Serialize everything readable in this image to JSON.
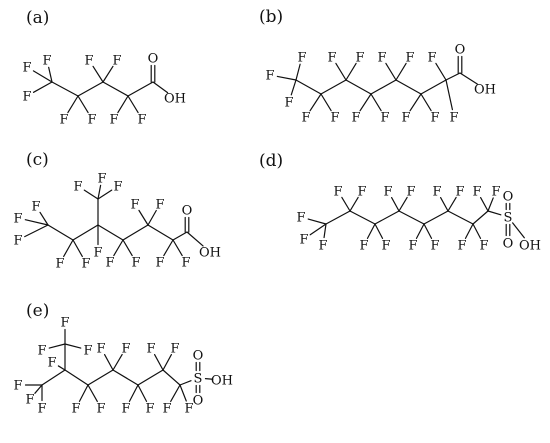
{
  "panels": [
    {
      "id": "a",
      "label": "(a)",
      "atoms": [
        {
          "id": "C1"
        },
        {
          "id": "C2"
        },
        {
          "id": "C3"
        },
        {
          "id": "C4"
        },
        {
          "id": "C5"
        },
        {
          "id": "O1",
          "text": "O"
        },
        {
          "id": "O2",
          "text": "OH"
        },
        {
          "id": "F1",
          "text": "F"
        },
        {
          "id": "F2",
          "text": "F"
        },
        {
          "id": "F3",
          "text": "F"
        },
        {
          "id": "F4",
          "text": "F"
        },
        {
          "id": "F5",
          "text": "F"
        },
        {
          "id": "F6",
          "text": "F"
        },
        {
          "id": "F7",
          "text": "F"
        },
        {
          "id": "F8",
          "text": "F"
        },
        {
          "id": "F9",
          "text": "F"
        }
      ],
      "bonds": [
        [
          "C1",
          "C2"
        ],
        [
          "C2",
          "C3"
        ],
        [
          "C3",
          "C4"
        ],
        [
          "C4",
          "C5"
        ],
        [
          "C5",
          "O1",
          2
        ],
        [
          "C5",
          "O2"
        ],
        [
          "C1",
          "F1"
        ],
        [
          "C1",
          "F2"
        ],
        [
          "C1",
          "F3"
        ],
        [
          "C2",
          "F4"
        ],
        [
          "C2",
          "F5"
        ],
        [
          "C3",
          "F6"
        ],
        [
          "C3",
          "F7"
        ],
        [
          "C4",
          "F8"
        ],
        [
          "C4",
          "F9"
        ]
      ]
    },
    {
      "id": "b",
      "label": "(b)",
      "atoms": [
        {
          "id": "C1"
        },
        {
          "id": "C2"
        },
        {
          "id": "C3"
        },
        {
          "id": "C4"
        },
        {
          "id": "C5"
        },
        {
          "id": "C6"
        },
        {
          "id": "C7"
        },
        {
          "id": "C8"
        },
        {
          "id": "O1",
          "text": "O"
        },
        {
          "id": "O2",
          "text": "OH"
        },
        {
          "id": "F1",
          "text": "F"
        },
        {
          "id": "F2",
          "text": "F"
        },
        {
          "id": "F3",
          "text": "F"
        },
        {
          "id": "F4",
          "text": "F"
        },
        {
          "id": "F5",
          "text": "F"
        },
        {
          "id": "F6",
          "text": "F"
        },
        {
          "id": "F7",
          "text": "F"
        },
        {
          "id": "F8",
          "text": "F"
        },
        {
          "id": "F9",
          "text": "F"
        },
        {
          "id": "F10",
          "text": "F"
        },
        {
          "id": "F11",
          "text": "F"
        },
        {
          "id": "F12",
          "text": "F"
        },
        {
          "id": "F13",
          "text": "F"
        },
        {
          "id": "F14",
          "text": "F"
        },
        {
          "id": "F15",
          "text": "F"
        }
      ],
      "bonds": [
        [
          "C1",
          "C2"
        ],
        [
          "C2",
          "C3"
        ],
        [
          "C3",
          "C4"
        ],
        [
          "C4",
          "C5"
        ],
        [
          "C5",
          "C6"
        ],
        [
          "C6",
          "C7"
        ],
        [
          "C7",
          "C8"
        ],
        [
          "C8",
          "O1",
          2
        ],
        [
          "C8",
          "O2"
        ],
        [
          "C1",
          "F1"
        ],
        [
          "C1",
          "F2"
        ],
        [
          "C1",
          "F3"
        ],
        [
          "C2",
          "F4"
        ],
        [
          "C2",
          "F5"
        ],
        [
          "C3",
          "F6"
        ],
        [
          "C3",
          "F7"
        ],
        [
          "C4",
          "F8"
        ],
        [
          "C4",
          "F9"
        ],
        [
          "C5",
          "F10"
        ],
        [
          "C5",
          "F11"
        ],
        [
          "C6",
          "F12"
        ],
        [
          "C6",
          "F13"
        ],
        [
          "C7",
          "F14"
        ],
        [
          "C7",
          "F15"
        ]
      ]
    },
    {
      "id": "c",
      "label": "(c)",
      "atoms": [
        {
          "id": "C1"
        },
        {
          "id": "C2"
        },
        {
          "id": "C3"
        },
        {
          "id": "C4"
        },
        {
          "id": "C5"
        },
        {
          "id": "C6"
        },
        {
          "id": "C7"
        },
        {
          "id": "C8"
        },
        {
          "id": "O1",
          "text": "O"
        },
        {
          "id": "O2",
          "text": "OH"
        },
        {
          "id": "F1",
          "text": "F"
        },
        {
          "id": "F2",
          "text": "F"
        },
        {
          "id": "F3",
          "text": "F"
        },
        {
          "id": "F4",
          "text": "F"
        },
        {
          "id": "F5",
          "text": "F"
        },
        {
          "id": "F6",
          "text": "F"
        },
        {
          "id": "F7",
          "text": "F"
        },
        {
          "id": "F8",
          "text": "F"
        },
        {
          "id": "F9",
          "text": "F"
        },
        {
          "id": "F10",
          "text": "F"
        },
        {
          "id": "F11",
          "text": "F"
        },
        {
          "id": "F12",
          "text": "F"
        },
        {
          "id": "F13",
          "text": "F"
        },
        {
          "id": "F14",
          "text": "F"
        },
        {
          "id": "F15",
          "text": "F"
        }
      ],
      "bonds": [
        [
          "C1",
          "C2"
        ],
        [
          "C2",
          "C3"
        ],
        [
          "C3",
          "C5"
        ],
        [
          "C5",
          "C6"
        ],
        [
          "C6",
          "C7"
        ],
        [
          "C7",
          "C8"
        ],
        [
          "C3",
          "C4"
        ],
        [
          "C8",
          "O1",
          2
        ],
        [
          "C8",
          "O2"
        ],
        [
          "C1",
          "F1"
        ],
        [
          "C1",
          "F2"
        ],
        [
          "C1",
          "F3"
        ],
        [
          "C2",
          "F4"
        ],
        [
          "C2",
          "F5"
        ],
        [
          "C4",
          "F6"
        ],
        [
          "C4",
          "F7"
        ],
        [
          "C4",
          "F8"
        ],
        [
          "C3",
          "F9"
        ],
        [
          "C5",
          "F10"
        ],
        [
          "C5",
          "F11"
        ],
        [
          "C6",
          "F12"
        ],
        [
          "C6",
          "F13"
        ],
        [
          "C7",
          "F14"
        ],
        [
          "C7",
          "F15"
        ]
      ]
    },
    {
      "id": "d",
      "label": "(d)",
      "atoms": [
        {
          "id": "C1"
        },
        {
          "id": "C2"
        },
        {
          "id": "C3"
        },
        {
          "id": "C4"
        },
        {
          "id": "C5"
        },
        {
          "id": "C6"
        },
        {
          "id": "C7"
        },
        {
          "id": "C8"
        },
        {
          "id": "S",
          "text": "S"
        },
        {
          "id": "O1",
          "text": "O"
        },
        {
          "id": "O2",
          "text": "O"
        },
        {
          "id": "O3",
          "text": "OH"
        },
        {
          "id": "F1",
          "text": "F"
        },
        {
          "id": "F2",
          "text": "F"
        },
        {
          "id": "F3",
          "text": "F"
        },
        {
          "id": "F4",
          "text": "F"
        },
        {
          "id": "F5",
          "text": "F"
        },
        {
          "id": "F6",
          "text": "F"
        },
        {
          "id": "F7",
          "text": "F"
        },
        {
          "id": "F8",
          "text": "F"
        },
        {
          "id": "F9",
          "text": "F"
        },
        {
          "id": "F10",
          "text": "F"
        },
        {
          "id": "F11",
          "text": "F"
        },
        {
          "id": "F12",
          "text": "F"
        },
        {
          "id": "F13",
          "text": "F"
        },
        {
          "id": "F14",
          "text": "F"
        },
        {
          "id": "F15",
          "text": "F"
        },
        {
          "id": "F16",
          "text": "F"
        },
        {
          "id": "F17",
          "text": "F"
        }
      ],
      "bonds": [
        [
          "C1",
          "C2"
        ],
        [
          "C2",
          "C3"
        ],
        [
          "C3",
          "C4"
        ],
        [
          "C4",
          "C5"
        ],
        [
          "C5",
          "C6"
        ],
        [
          "C6",
          "C7"
        ],
        [
          "C7",
          "C8"
        ],
        [
          "C8",
          "S"
        ],
        [
          "S",
          "O1",
          2
        ],
        [
          "S",
          "O2",
          2
        ],
        [
          "S",
          "O3"
        ],
        [
          "C1",
          "F1"
        ],
        [
          "C1",
          "F2"
        ],
        [
          "C1",
          "F3"
        ],
        [
          "C2",
          "F4"
        ],
        [
          "C2",
          "F5"
        ],
        [
          "C3",
          "F6"
        ],
        [
          "C3",
          "F7"
        ],
        [
          "C4",
          "F8"
        ],
        [
          "C4",
          "F9"
        ],
        [
          "C5",
          "F10"
        ],
        [
          "C5",
          "F11"
        ],
        [
          "C6",
          "F12"
        ],
        [
          "C6",
          "F13"
        ],
        [
          "C7",
          "F14"
        ],
        [
          "C7",
          "F15"
        ],
        [
          "C8",
          "F16"
        ],
        [
          "C8",
          "F17"
        ]
      ]
    },
    {
      "id": "e",
      "label": "(e)",
      "atoms": [
        {
          "id": "C1"
        },
        {
          "id": "C2"
        },
        {
          "id": "C3"
        },
        {
          "id": "C4"
        },
        {
          "id": "C5"
        },
        {
          "id": "C6"
        },
        {
          "id": "C7"
        },
        {
          "id": "C8"
        },
        {
          "id": "S",
          "text": "S"
        },
        {
          "id": "O1",
          "text": "O"
        },
        {
          "id": "O2",
          "text": "O"
        },
        {
          "id": "O3",
          "text": "OH"
        },
        {
          "id": "F1",
          "text": "F"
        },
        {
          "id": "F2",
          "text": "F"
        },
        {
          "id": "F3",
          "text": "F"
        },
        {
          "id": "F4",
          "text": "F"
        },
        {
          "id": "F5",
          "text": "F"
        },
        {
          "id": "F6",
          "text": "F"
        },
        {
          "id": "F7",
          "text": "F"
        },
        {
          "id": "F8",
          "text": "F"
        },
        {
          "id": "F9",
          "text": "F"
        },
        {
          "id": "F10",
          "text": "F"
        },
        {
          "id": "F11",
          "text": "F"
        },
        {
          "id": "F12",
          "text": "F"
        },
        {
          "id": "F13",
          "text": "F"
        },
        {
          "id": "F14",
          "text": "F"
        },
        {
          "id": "F15",
          "text": "F"
        },
        {
          "id": "F16",
          "text": "F"
        },
        {
          "id": "F17",
          "text": "F"
        }
      ],
      "bonds": [
        [
          "C1",
          "C2"
        ],
        [
          "C2",
          "C3"
        ],
        [
          "C2",
          "C4"
        ],
        [
          "C4",
          "C5"
        ],
        [
          "C5",
          "C6"
        ],
        [
          "C6",
          "C7"
        ],
        [
          "C7",
          "C8"
        ],
        [
          "C8",
          "S"
        ],
        [
          "S",
          "O1",
          2
        ],
        [
          "S",
          "O2",
          2
        ],
        [
          "S",
          "O3"
        ],
        [
          "C1",
          "F1"
        ],
        [
          "C1",
          "F2"
        ],
        [
          "C1",
          "F3"
        ],
        [
          "C3",
          "F4"
        ],
        [
          "C3",
          "F5"
        ],
        [
          "C3",
          "F6"
        ],
        [
          "C2",
          "F7"
        ],
        [
          "C4",
          "F8"
        ],
        [
          "C4",
          "F9"
        ],
        [
          "C5",
          "F10"
        ],
        [
          "C5",
          "F11"
        ],
        [
          "C6",
          "F12"
        ],
        [
          "C6",
          "F13"
        ],
        [
          "C7",
          "F14"
        ],
        [
          "C7",
          "F15"
        ],
        [
          "C8",
          "F16"
        ],
        [
          "C8",
          "F17"
        ]
      ]
    }
  ]
}
